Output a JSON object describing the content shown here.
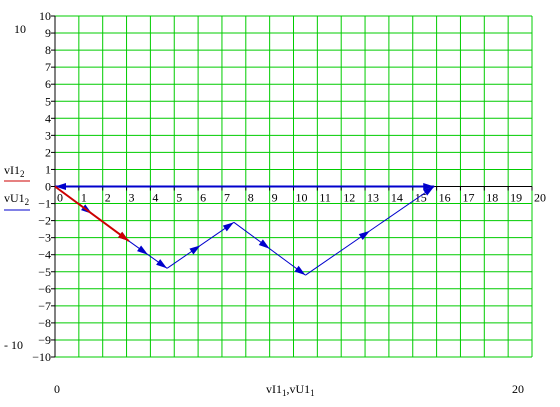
{
  "chart_data": {
    "type": "line",
    "xlim": [
      0,
      20
    ],
    "ylim": [
      -10,
      10
    ],
    "grid": true,
    "grid_color": "#00cc00",
    "x_ticks": [
      0,
      1,
      2,
      3,
      4,
      5,
      6,
      7,
      8,
      9,
      10,
      11,
      12,
      13,
      14,
      15,
      16,
      17,
      18,
      19,
      20
    ],
    "y_ticks": [
      10,
      9,
      8,
      7,
      6,
      5,
      4,
      3,
      2,
      1,
      0,
      -1,
      -2,
      -3,
      -4,
      -5,
      -6,
      -7,
      -8,
      -9,
      -10
    ],
    "y_top_label": "10",
    "y_bottom_label": "- 10",
    "x_left_label": "0",
    "x_right_label": "20",
    "xlabel": {
      "main1": "vI1",
      "sub1": "1",
      "sep": ",",
      "main2": "vU1",
      "sub2": "1"
    },
    "series": [
      {
        "name": "vI1",
        "name_sub": "2",
        "color": "#cc0000",
        "x": [
          0,
          3.1
        ],
        "y": [
          0,
          -3.2
        ]
      },
      {
        "name": "vU1",
        "name_sub": "2",
        "color": "#0000cc",
        "x": [
          0,
          15.9,
          0,
          3.1,
          4.7,
          7.5,
          10.5,
          15.9
        ],
        "y": [
          0,
          0,
          0,
          -3.2,
          -4.8,
          -2.1,
          -5.2,
          0
        ]
      }
    ]
  }
}
